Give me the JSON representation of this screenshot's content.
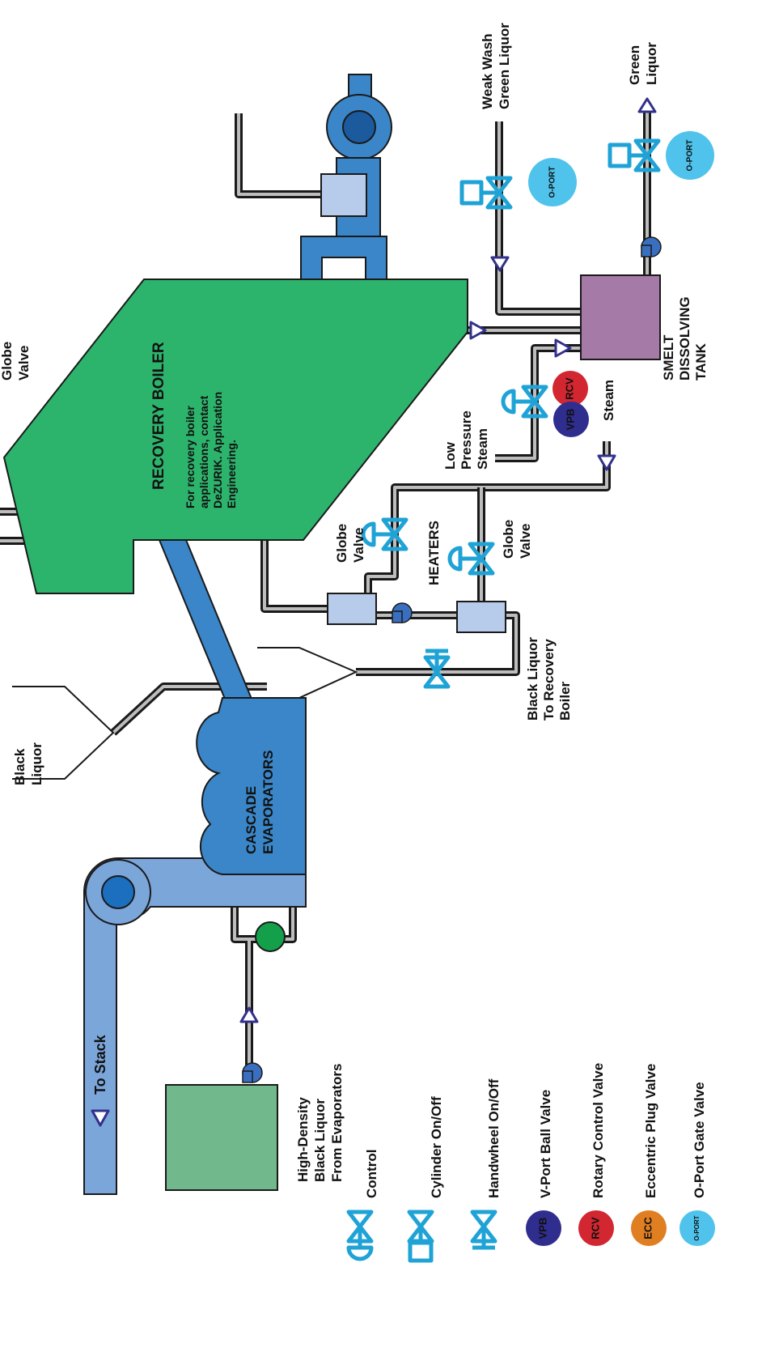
{
  "colors": {
    "boiler": "#2db46c",
    "evaporator": "#3a86c8",
    "duct": "#7ba6da",
    "tank": "#a57aa6",
    "hdtank": "#71b98c",
    "valve": "#1fa3d6",
    "vpb": "#2f2d8e",
    "rcv": "#d22630",
    "ecc": "#e07e22",
    "oport": "#4fc3ec"
  },
  "labels": {
    "globe_valve_top": "Globe\nValve",
    "black_liquor": "Black\nLiquor",
    "recovery_boiler_title": "RECOVERY BOILER",
    "recovery_boiler_note": "For recovery boiler\napplications, contact\nDeZURIK. Application\nEngineering.",
    "weak_wash": "Weak Wash\nGreen Liquor",
    "green_liquor": "Green\nLiquor",
    "smelt_tank": "SMELT\nDISSOLVING\nTANK",
    "low_pressure_steam": "Low\nPressure\nSteam",
    "steam": "Steam",
    "heaters": "HEATERS",
    "globe_valve_left": "Globe\nValve",
    "globe_valve_right": "Globe\nValve",
    "black_liquor_to_boiler": "Black Liquor\nTo Recovery\nBoiler",
    "cascade": "CASCADE\nEVAPORATORS",
    "to_stack": "To Stack",
    "high_density": "High-Density\nBlack Liquor\nFrom Evaporators"
  },
  "badges": {
    "oport": "O-PORT",
    "vpb": "VPB",
    "rcv": "RCV",
    "ecc": "ECC"
  },
  "legend": [
    {
      "icon": "control-valve-icon",
      "label": "Control"
    },
    {
      "icon": "cylinder-valve-icon",
      "label": "Cylinder On/Off"
    },
    {
      "icon": "handwheel-valve-icon",
      "label": "Handwheel On/Off"
    },
    {
      "icon": "vpb-badge-icon",
      "badge": "VPB",
      "label": "V-Port Ball Valve"
    },
    {
      "icon": "rcv-badge-icon",
      "badge": "RCV",
      "label": "Rotary Control Valve"
    },
    {
      "icon": "ecc-badge-icon",
      "badge": "ECC",
      "label": "Eccentric Plug Valve"
    },
    {
      "icon": "oport-badge-icon",
      "badge": "O-PORT",
      "label": "O-Port Gate Valve"
    }
  ]
}
